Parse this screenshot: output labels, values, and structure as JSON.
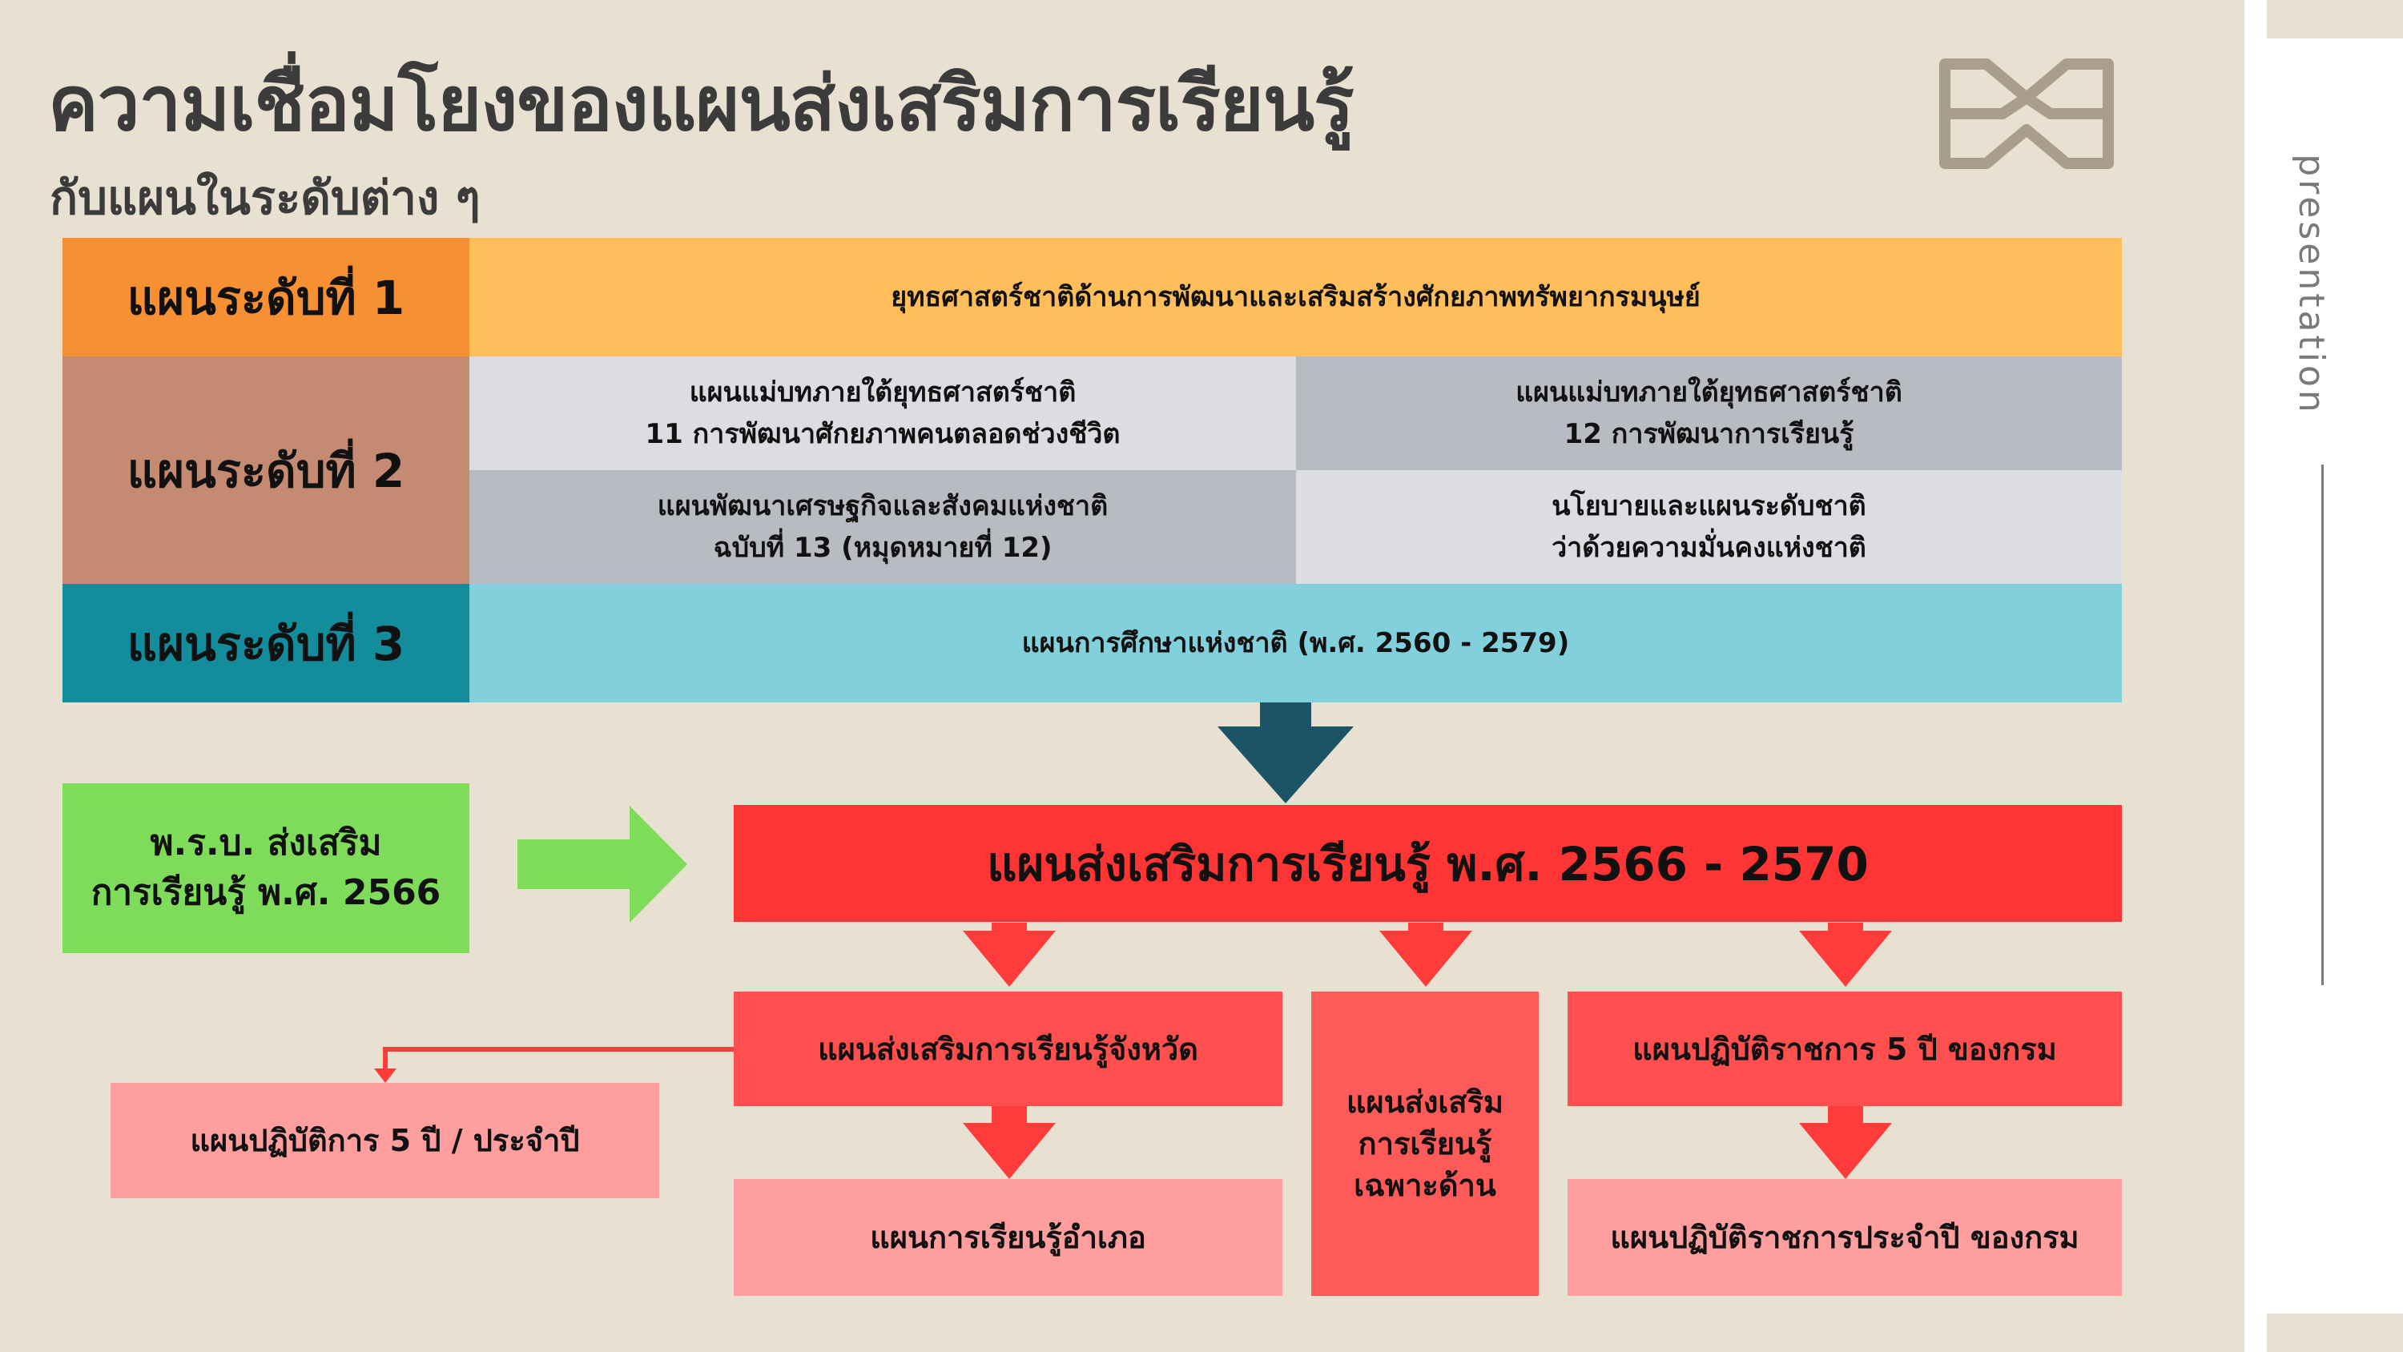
{
  "header": {
    "title": "ความเชื่อมโยงของแผนส่งเสริมการเรียนรู้",
    "subtitle": "กับแผนในระดับต่าง ๆ"
  },
  "sidebar": {
    "label": "presentation"
  },
  "levels": [
    {
      "label": "แผนระดับที่ 1",
      "color": "#f79032"
    },
    {
      "label": "แผนระดับที่ 2",
      "color": "#c48b72"
    },
    {
      "label": "แผนระดับที่ 3",
      "color": "#138c9c"
    }
  ],
  "level1": {
    "text": "ยุทธศาสตร์ชาติด้านการพัฒนาและเสริมสร้างศักยภาพทรัพยากรมนุษย์",
    "color": "#ffbe5a"
  },
  "level2": {
    "cells": [
      {
        "line1": "แผนแม่บทภายใต้ยุทธศาสตร์ชาติ",
        "line2": "11 การพัฒนาศักยภาพคนตลอดช่วงชีวิต",
        "color": "#dcdde2"
      },
      {
        "line1": "แผนแม่บทภายใต้ยุทธศาสตร์ชาติ",
        "line2": "12 การพัฒนาการเรียนรู้",
        "color": "#b9bbc2"
      },
      {
        "line1": "แผนพัฒนาเศรษฐกิจและสังคมแห่งชาติ",
        "line2": "ฉบับที่ 13 (หมุดหมายที่ 12)",
        "color": "#b9bbc2"
      },
      {
        "line1": "นโยบายและแผนระดับชาติ",
        "line2": "ว่าด้วยความมั่นคงแห่งชาติ",
        "color": "#dcdde2"
      }
    ]
  },
  "level3": {
    "text": "แผนการศึกษาแห่งชาติ (พ.ศ. 2560 - 2579)",
    "color": "#82d0dc"
  },
  "act": {
    "line1": "พ.ร.บ. ส่งเสริม",
    "line2": "การเรียนรู้ พ.ศ. 2566",
    "color": "#7fdc5a"
  },
  "main_plan": {
    "text": "แผนส่งเสริมการเรียนรู้ พ.ศ. 2566 - 2570",
    "color": "#ff3434"
  },
  "sub_plans": {
    "province": "แผนส่งเสริมการเรียนรู้จังหวัด",
    "specific": [
      "แผนส่งเสริม",
      "การเรียนรู้",
      "เฉพาะด้าน"
    ],
    "department_5yr": "แผนปฏิบัติราชการ 5 ปี ของกรม",
    "action_plan": "แผนปฏิบัติการ 5 ปี / ประจำปี",
    "district": "แผนการเรียนรู้อำเภอ",
    "department_annual": "แผนปฏิบัติราชการประจำปี ของกรม"
  },
  "colors": {
    "background": "#e8e0d1",
    "dark_arrow": "#1b5467",
    "red_box": "#ff4f4f",
    "red_specific": "#ff5a5a",
    "pink_box": "#ff9e9e",
    "red_arrow": "#ff3b3b",
    "green_arrow": "#7fdc5a"
  },
  "icons": {
    "logo": "infinity-bowtie-logo"
  }
}
